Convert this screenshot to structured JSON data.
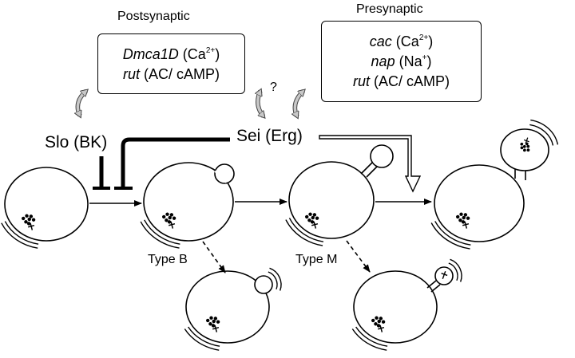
{
  "postsynaptic": {
    "title": "Postsynaptic",
    "lines": [
      {
        "gene": "Dmca1D",
        "rest": " (Ca",
        "sup": "2+",
        "tail": ")"
      },
      {
        "gene": "rut",
        "rest": " (AC/ cAMP)",
        "sup": "",
        "tail": ""
      }
    ]
  },
  "presynaptic": {
    "title": "Presynaptic",
    "lines": [
      {
        "gene": "cac",
        "rest": " (Ca",
        "sup": "2+",
        "tail": ")"
      },
      {
        "gene": "nap",
        "rest": " (Na",
        "sup": "+",
        "tail": ")"
      },
      {
        "gene": "rut",
        "rest": " (AC/ cAMP)",
        "sup": "",
        "tail": ""
      }
    ]
  },
  "labels": {
    "slo": "Slo (BK)",
    "sei": "Sei (Erg)",
    "question": "?",
    "type_b": "Type B",
    "type_m": "Type M"
  },
  "colors": {
    "stroke": "#000000",
    "double_arrow_fill": "#bfbfbf"
  }
}
